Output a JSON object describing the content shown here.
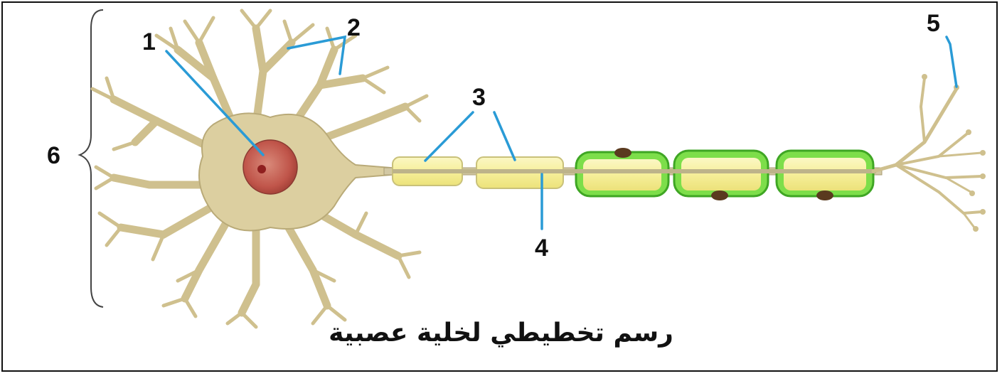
{
  "caption": "رسم تخطيطي لخلية عصبية",
  "labels": {
    "l1": "1",
    "l2": "2",
    "l3": "3",
    "l4": "4",
    "l5": "5",
    "l6": "6"
  },
  "colors": {
    "cell": "#dccfa0",
    "cell_edge": "#b9aa78",
    "nucleus": "#c45a4a",
    "myelin": "#f5f0a8",
    "myelin_green": "#6cd43a",
    "leader": "#2a9bd6"
  }
}
